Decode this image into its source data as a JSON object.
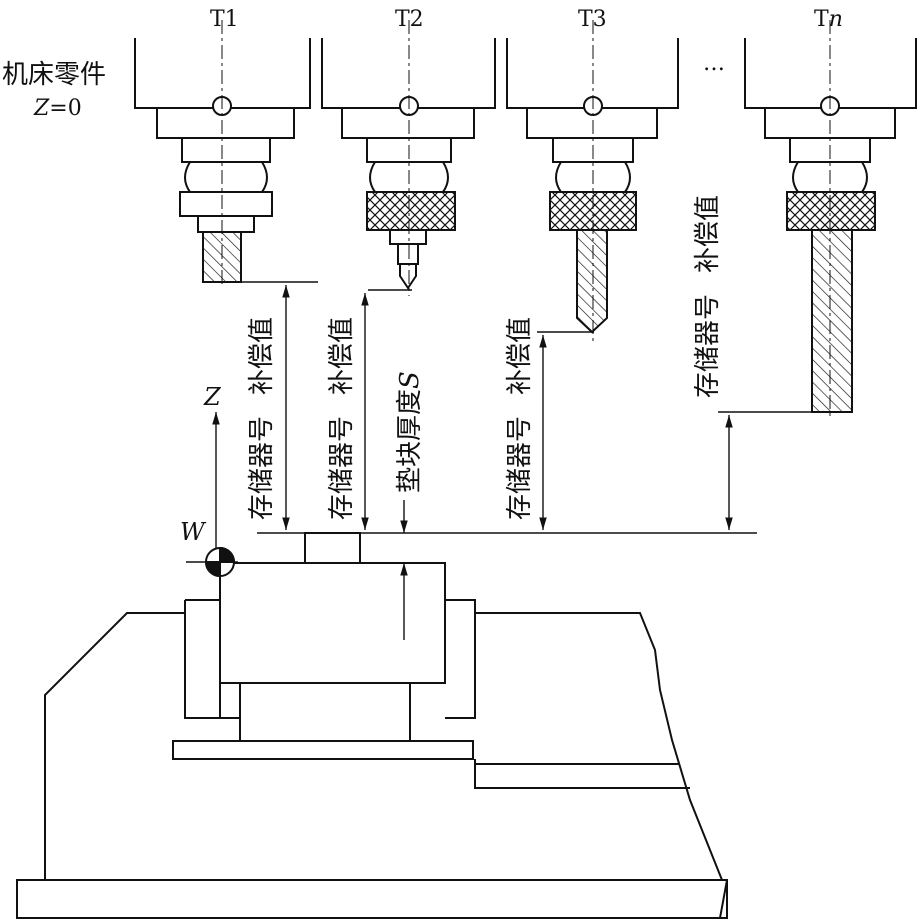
{
  "tools": [
    {
      "label": "T1"
    },
    {
      "label": "T2"
    },
    {
      "label": "T3"
    },
    {
      "label": "T",
      "label_italic": "n"
    }
  ],
  "ellipsis": "…",
  "machine_zero": {
    "line1": "机床零件",
    "line2_var": "Z",
    "line2_rest": "=0"
  },
  "dimension_labels": {
    "memory_no": "存储器号",
    "compensation": "补偿值",
    "block_thickness": "垫块厚度",
    "block_var": "S"
  },
  "axis": {
    "z": "Z",
    "w": "W"
  }
}
